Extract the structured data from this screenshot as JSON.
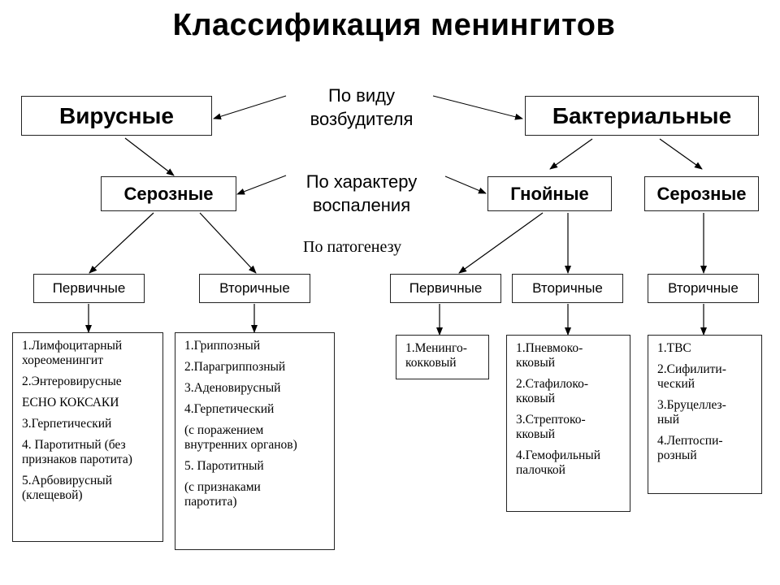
{
  "title": "Классификация менингитов",
  "criteria": {
    "by_pathogen": "По виду\nвозбудителя",
    "by_inflammation": "По характеру\nвоспаления",
    "by_pathogenesis": "По патогенезу"
  },
  "level1": {
    "viral": "Вирусные",
    "bacterial": "Бактериальные"
  },
  "level2": {
    "viral_serous": "Серозные",
    "bacterial_purulent": "Гнойные",
    "bacterial_serous": "Серозные"
  },
  "level3": {
    "viral_primary": "Первичные",
    "viral_secondary": "Вторичные",
    "purulent_primary": "Первичные",
    "purulent_secondary": "Вторичные",
    "bact_serous_secondary": "Вторичные"
  },
  "details": {
    "viral_primary": [
      "1.Лимфоцитарный\nхореоменингит",
      "2.Энтеровирусные",
      "ЕСНО КОКСАКИ",
      "3.Герпетический",
      "4. Паротитный  (без\nпризнаков паротита)",
      "5.Арбовирусный\n(клещевой)"
    ],
    "viral_secondary": [
      "1.Гриппозный",
      "2.Парагриппозный",
      "3.Аденовирусный",
      "4.Герпетический",
      "(с поражением\nвнутренних органов)",
      "5. Паротитный",
      "(с признаками\nпаротита)"
    ],
    "purulent_primary": [
      "1.Менинго-\nкокковый"
    ],
    "purulent_secondary": [
      "1.Пневмоко-\nкковый",
      "2.Стафилоко-\nкковый",
      "3.Стрептоко-\nкковый",
      "4.Гемофильный\nпалочкой"
    ],
    "bact_serous_secondary": [
      "1.ТВС",
      "2.Сифилити-\nческий",
      "3.Бруцеллез-\nный",
      "4.Лептоспи-\nрозный"
    ]
  }
}
